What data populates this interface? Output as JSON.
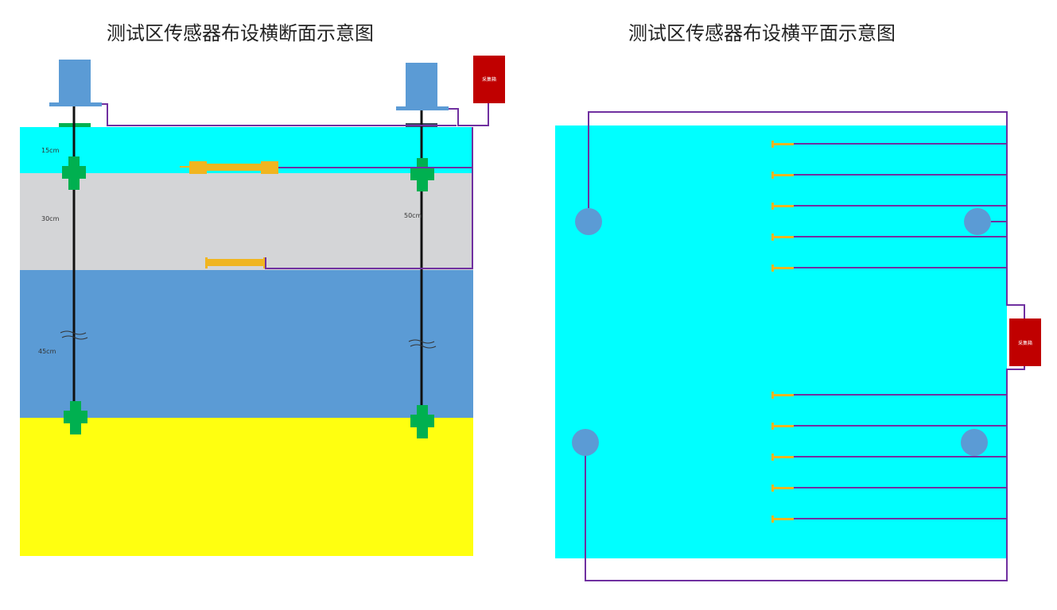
{
  "titles": {
    "cross_section": "测试区传感器布设横断面示意图",
    "plan": "测试区传感器布设横平面示意图"
  },
  "depth_labels": {
    "layer1": "15cm",
    "layer2": "30cm",
    "layer3": "45cm",
    "right_probe": "50cm"
  },
  "collector_box": {
    "label": "采集箱"
  },
  "colors": {
    "surface_layer": "#00ffff",
    "gray_layer": "#d4d5d7",
    "blue_layer": "#5b9bd5",
    "yellow_layer": "#ffff10",
    "wire": "#7030a0",
    "collector": "#c00000",
    "sensor_green": "#00b050",
    "strain_gauge": "#f0b520",
    "pipe_blue": "#5b9bd5"
  }
}
